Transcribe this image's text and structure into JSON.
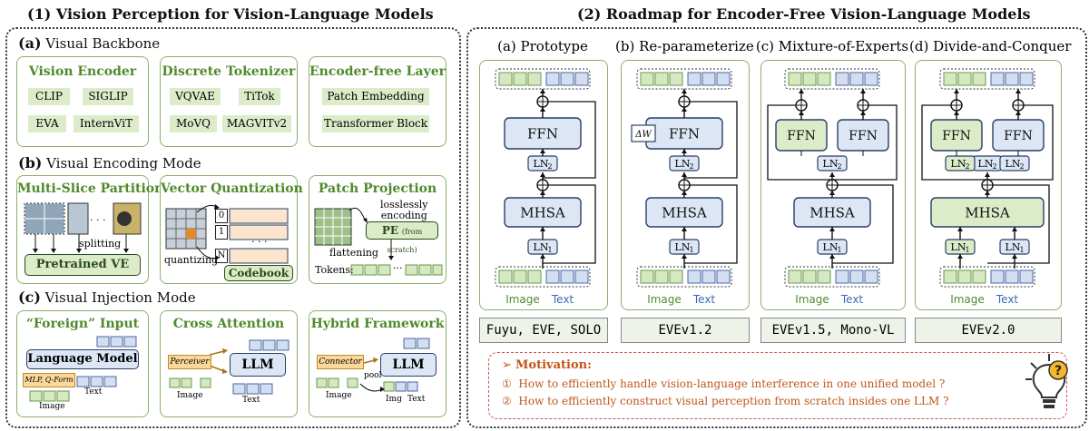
{
  "left_title": "(1) Vision Perception for Vision-Language Models",
  "right_title": "(2) Roadmap for Encoder-Free Vision-Language Models",
  "section_a": {
    "letter": "(a)",
    "text": "Visual Backbone"
  },
  "section_b": {
    "letter": "(b)",
    "text": "Visual Encoding Mode"
  },
  "section_c": {
    "letter": "(c)",
    "text": "Visual Injection Mode"
  },
  "backbone": {
    "vision_encoder": {
      "title": "Vision Encoder",
      "items": [
        "CLIP",
        "SIGLIP",
        "EVA",
        "InternViT"
      ]
    },
    "discrete_tokenizer": {
      "title": "Discrete Tokenizer",
      "items": [
        "VQVAE",
        "TiTok",
        "MoVQ",
        "MAGVITv2"
      ]
    },
    "encoder_free": {
      "title": "Encoder-free Layer",
      "items": [
        "Patch Embedding",
        "Transformer Block"
      ]
    }
  },
  "encoding": {
    "multi_slice": {
      "title": "Multi-Slice Partition",
      "dots": "· · ·",
      "splitting": "splitting",
      "pretrained": "Pretrained VE"
    },
    "vector_quant": {
      "title": "Vector Quantization",
      "idx": [
        "0",
        "1",
        "N"
      ],
      "dots": "· · ·",
      "quantizing": "quantizing",
      "codebook": "Codebook"
    },
    "patch_proj": {
      "title": "Patch Projection",
      "lossless": "losslessly\nencoding",
      "pe": "PE",
      "pe_sub": "(from scratch)",
      "flattening": "flattening",
      "tokens": "Tokens:",
      "dots": "···"
    }
  },
  "injection": {
    "foreign": {
      "title": "“Foreign” Input",
      "lm": "Language Model",
      "mlp": "MLP, Q-Form",
      "text": "Text",
      "image": "Image"
    },
    "cross": {
      "title": "Cross Attention",
      "perceiver": "Perceiver",
      "llm": "LLM",
      "text": "Text",
      "image": "Image"
    },
    "hybrid": {
      "title": "Hybrid Framework",
      "connector": "Connector",
      "llm": "LLM",
      "pool": "pool",
      "img": "Img",
      "text": "Text",
      "image": "Image"
    }
  },
  "archs": [
    {
      "title": "(a) Prototype",
      "models": "Fuyu, EVE, SOLO"
    },
    {
      "title": "(b) Re-parameterize",
      "models": "EVEv1.2"
    },
    {
      "title": "(c) Mixture-of-Experts",
      "models": "EVEv1.5, Mono-VL"
    },
    {
      "title": "(d) Divide-and-Conquer",
      "models": "EVEv2.0"
    }
  ],
  "arch_labels": {
    "ffn": "FFN",
    "mhsa": "MHSA",
    "ln2": "LN",
    "ln1": "LN",
    "sub2": "2",
    "sub1": "1",
    "image": "Image",
    "text": "Text",
    "delta_w": "ΔW",
    "plus": "⊕"
  },
  "motivation": {
    "heading": "Motivation",
    "colon": ":",
    "marker": "➢",
    "items": [
      {
        "num": "①",
        "text": "How to efficiently handle vision-language interference in one unified model ?"
      },
      {
        "num": "②",
        "text": "How to efficiently construct visual perception from scratch insides one LLM ?"
      }
    ]
  },
  "colors": {
    "green_title": "#4e8a2a",
    "chip_green": "#dcecc9",
    "blue_box": "#dce6f4",
    "motivation_text": "#c0561c",
    "motivation_border": "#d9534f"
  }
}
